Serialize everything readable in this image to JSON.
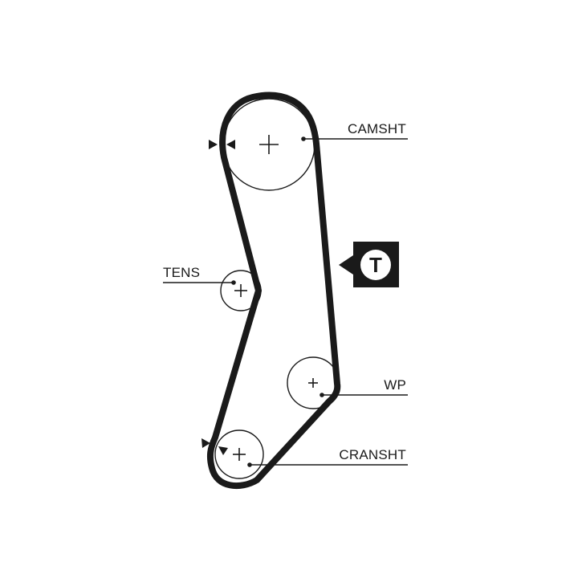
{
  "labels": {
    "camshaft": "CAMSHT",
    "tensioner": "TENS",
    "water_pump": "WP",
    "crankshaft": "CRANSHT"
  },
  "tensioner_badge": {
    "letter": "T"
  },
  "colors": {
    "ink": "#1a1a1a",
    "background": "#ffffff"
  },
  "icons": {
    "rotation_marks": "triangle-arrow",
    "pulley_centers": "plus-cross"
  }
}
